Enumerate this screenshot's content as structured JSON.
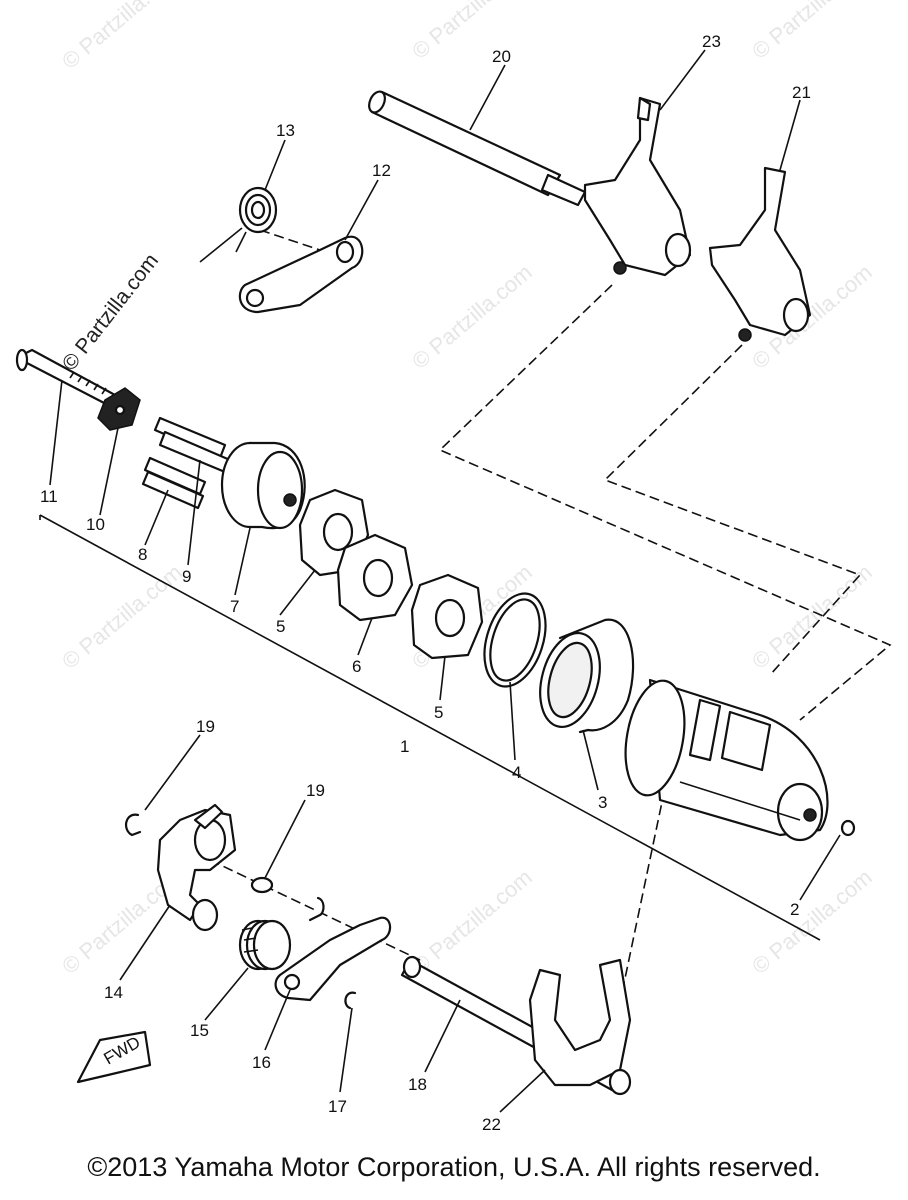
{
  "watermark": {
    "primary": "© Partzilla.com",
    "faint": "© Partzilla.com"
  },
  "callouts": [
    "1",
    "2",
    "3",
    "4",
    "5",
    "5",
    "6",
    "7",
    "8",
    "9",
    "10",
    "11",
    "12",
    "13",
    "14",
    "15",
    "16",
    "17",
    "18",
    "19",
    "19",
    "20",
    "21",
    "22",
    "23"
  ],
  "fwd_marker": "FWD",
  "copyright": "©2013 Yamaha Motor Corporation, U.S.A. All rights reserved."
}
